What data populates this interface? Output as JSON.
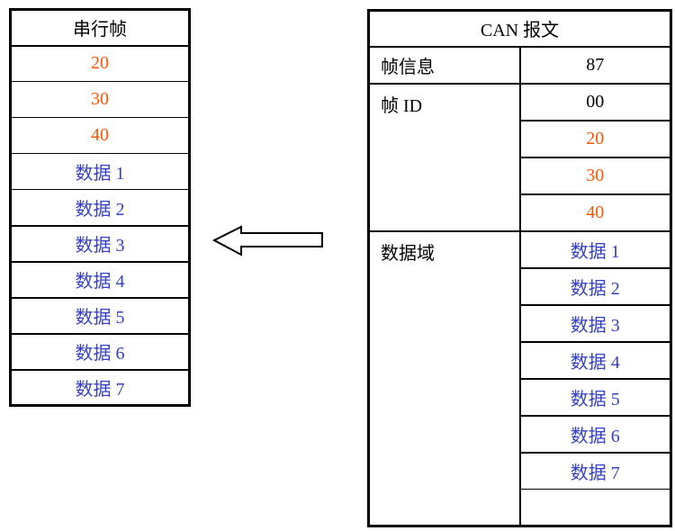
{
  "left_table": {
    "title": "串行帧",
    "rows": [
      "20",
      "30",
      "40",
      "数据 1",
      "数据 2",
      "数据 3",
      "数据 4",
      "数据 5",
      "数据 6",
      "数据 7"
    ]
  },
  "right_table": {
    "title": "CAN 报文",
    "row_labels": {
      "frame_info": "帧信息",
      "frame_id": "帧 ID",
      "data_field": "数据域"
    },
    "frame_info_value": "87",
    "frame_id_values": [
      "00",
      "20",
      "30",
      "40"
    ],
    "data_field_values": [
      "数据 1",
      "数据 2",
      "数据 3",
      "数据 4",
      "数据 5",
      "数据 6",
      "数据 7"
    ],
    "empty_cell": ""
  },
  "icons": {
    "arrow": "left-block-arrow"
  },
  "colors": {
    "orange": "#ff5500",
    "blue": "#3340c9",
    "border": "#000000"
  }
}
